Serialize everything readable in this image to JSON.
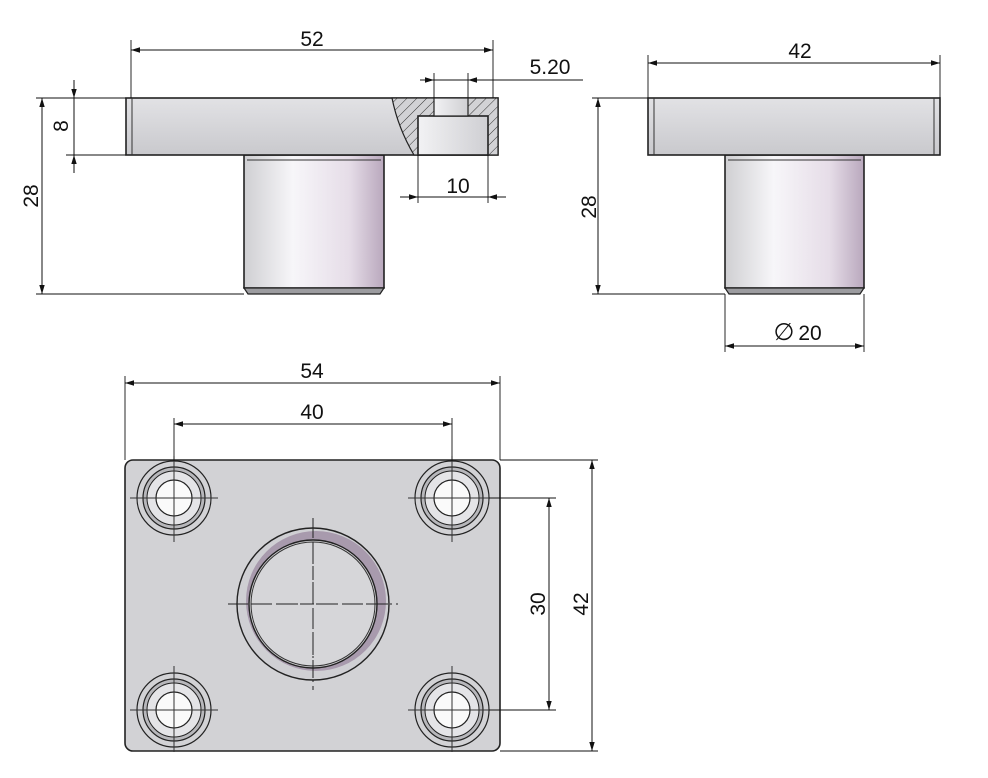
{
  "drawing": {
    "dimensions": {
      "front_width": "52",
      "counterbore_diameter": "5.20",
      "flange_thickness": "8",
      "front_height": "28",
      "counterbore_width": "10",
      "side_width": "42",
      "side_height": "28",
      "shaft_diameter": "20",
      "diameter_symbol": "∅",
      "top_width": "54",
      "hole_spacing_x": "40",
      "hole_spacing_y": "30",
      "top_height": "42"
    },
    "colors": {
      "body_fill": "#d2d2d5",
      "shaft_light": "#f4f3f6",
      "shaft_dark": "#bcaec0",
      "outline": "#222222",
      "dimension_ink": "#111111"
    }
  }
}
